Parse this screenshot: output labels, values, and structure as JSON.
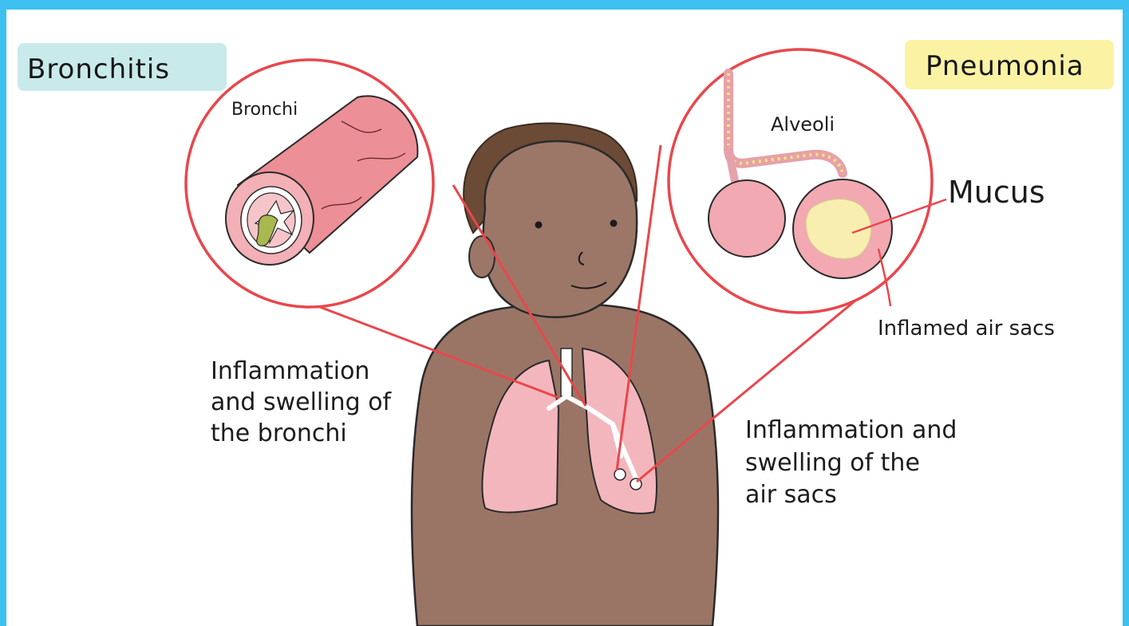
{
  "titles": {
    "left": "Bronchitis",
    "right": "Pneumonia"
  },
  "labels": {
    "bronchi": "Bronchi",
    "alveoli": "Alveoli",
    "mucus": "Mucus",
    "inflamed_air_sacs": "Inflamed air sacs"
  },
  "captions": {
    "bronchitis": [
      "Inflammation",
      "and swelling of",
      "the bronchi"
    ],
    "pneumonia": [
      "Inflammation and",
      "swelling of the",
      "air sacs"
    ]
  },
  "colors": {
    "border": "#3ec0f0",
    "callout_red": "#e8474c",
    "skin": "#9a7566",
    "hair": "#6b4a36",
    "lung": "#f4b6bd",
    "mucus": "#f7eeb0",
    "bronchitis_highlight": "#bfe6e6",
    "pneumonia_highlight": "#fbf19a"
  }
}
